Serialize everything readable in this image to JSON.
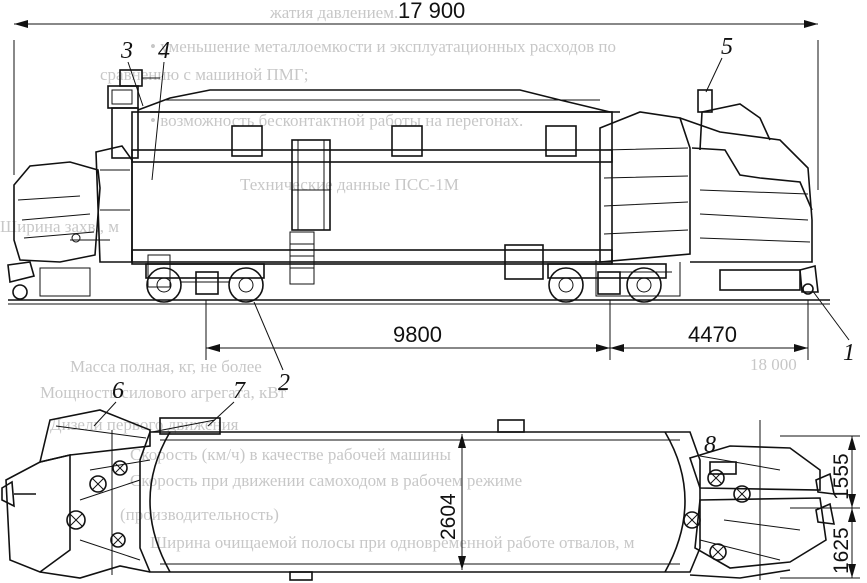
{
  "dimensions": {
    "total_length": "17 900",
    "wheelbase": "9800",
    "front_overhang": "4470",
    "body_width": "2604",
    "right_upper": "1555",
    "right_lower": "1625"
  },
  "callouts": [
    "1",
    "2",
    "3",
    "4",
    "5",
    "6",
    "7",
    "8"
  ],
  "bleed_text": {
    "l1": "жатия давлением.",
    "l2": "• уменьшение металлоемкости и эксплуатационных расходов по",
    "l3": "сравнению с машиной ПМГ;",
    "l4": "• возможность бесконтактной работы на перегонах.",
    "l5": "Технические данные ПСС-1М",
    "l6": "Ширина захв., м",
    "l7": "Масса полная, кг, не более",
    "l8": "Мощность силового агрегата, кВт",
    "l9": "Дизели первого движения",
    "l10": "Скорость (км/ч) в качестве рабочей машины",
    "l11": "Скорость при движении самоходом в рабочем режиме",
    "l12": "(производительность)",
    "l13": "Ширина очищаемой полосы при одновременной работе отвалов, м",
    "l14": "18 000"
  }
}
